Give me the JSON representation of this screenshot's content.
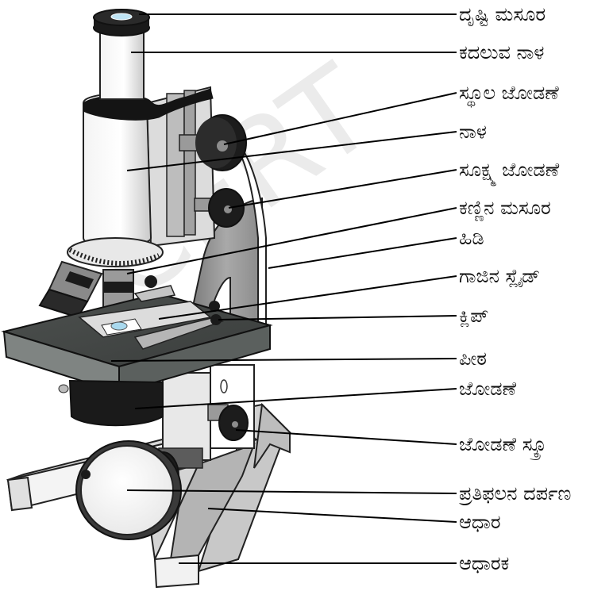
{
  "diagram": {
    "labels": [
      {
        "id": "eyepiece",
        "text": "ದೃಷ್ಟಿ ಮಸೂರ"
      },
      {
        "id": "draw-tube",
        "text": "ಕದಲುವ ನಾಳ"
      },
      {
        "id": "coarse-adjustment",
        "text": "ಸ್ಥೂಲ ಜೋಡಣೆ"
      },
      {
        "id": "tube",
        "text": "ನಾಳ"
      },
      {
        "id": "fine-adjustment",
        "text": "ಸೂಕ್ಷ್ಮ ಜೋಡಣೆ"
      },
      {
        "id": "objective-lens",
        "text": "ಕಣ್ಣಿನ ಮಸೂರ"
      },
      {
        "id": "arm",
        "text": "ಹಿಡಿ"
      },
      {
        "id": "glass-slide",
        "text": "ಗಾಜಿನ ಸ್ಲೈಡ್"
      },
      {
        "id": "clip",
        "text": "ಕ್ಲಿಪ್"
      },
      {
        "id": "stage",
        "text": "ಪೀಠ"
      },
      {
        "id": "adjustment",
        "text": "ಜೋಡಣೆ"
      },
      {
        "id": "adjustment-screw",
        "text": "ಜೋಡಣೆ ಸ್ಕ್ರೂ"
      },
      {
        "id": "reflecting-mirror",
        "text": "ಪ್ರತಿಫಲನ ದರ್ಪಣ"
      },
      {
        "id": "base",
        "text": "ಆಧಾರ"
      },
      {
        "id": "support",
        "text": "ಆಧಾರಕ"
      }
    ]
  }
}
